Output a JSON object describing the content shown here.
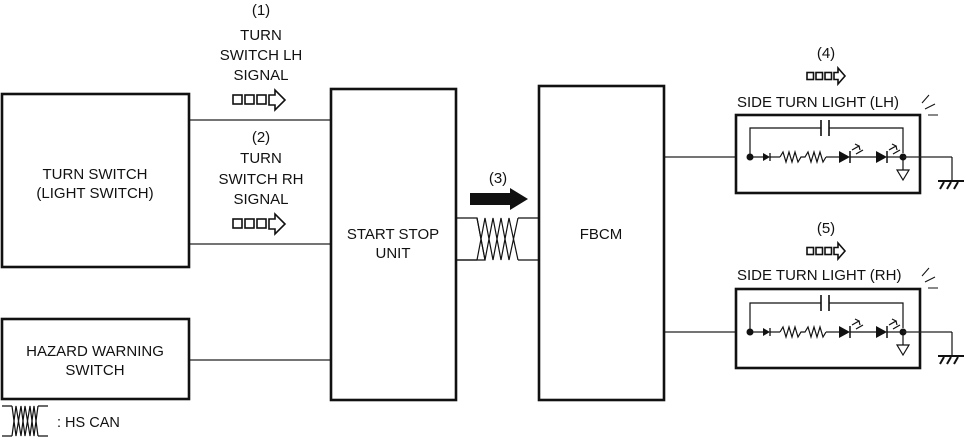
{
  "diagram": {
    "blocks": {
      "turn_switch": {
        "lines": [
          "TURN SWITCH",
          "(LIGHT SWITCH)"
        ]
      },
      "hazard_switch": {
        "lines": [
          "HAZARD WARNING",
          "SWITCH"
        ]
      },
      "start_stop_unit": {
        "lines": [
          "START STOP",
          "UNIT"
        ]
      },
      "fbcm": {
        "lines": [
          "FBCM"
        ]
      },
      "side_turn_lh": {
        "label": "SIDE TURN LIGHT (LH)"
      },
      "side_turn_rh": {
        "label": "SIDE TURN LIGHT (RH)"
      }
    },
    "signals": {
      "s1": {
        "number": "(1)",
        "lines": [
          "TURN",
          "SWITCH LH",
          "SIGNAL"
        ],
        "type": "discrete-signal-arrow"
      },
      "s2": {
        "number": "(2)",
        "lines": [
          "TURN",
          "SWITCH RH",
          "SIGNAL"
        ],
        "type": "discrete-signal-arrow"
      },
      "s3": {
        "number": "(3)",
        "type": "can-communication-arrow"
      },
      "s4": {
        "number": "(4)",
        "type": "discrete-signal-arrow"
      },
      "s5": {
        "number": "(5)",
        "type": "discrete-signal-arrow"
      }
    },
    "legend": {
      "symbol": "twisted-pair-icon",
      "text": ": HS CAN"
    }
  }
}
